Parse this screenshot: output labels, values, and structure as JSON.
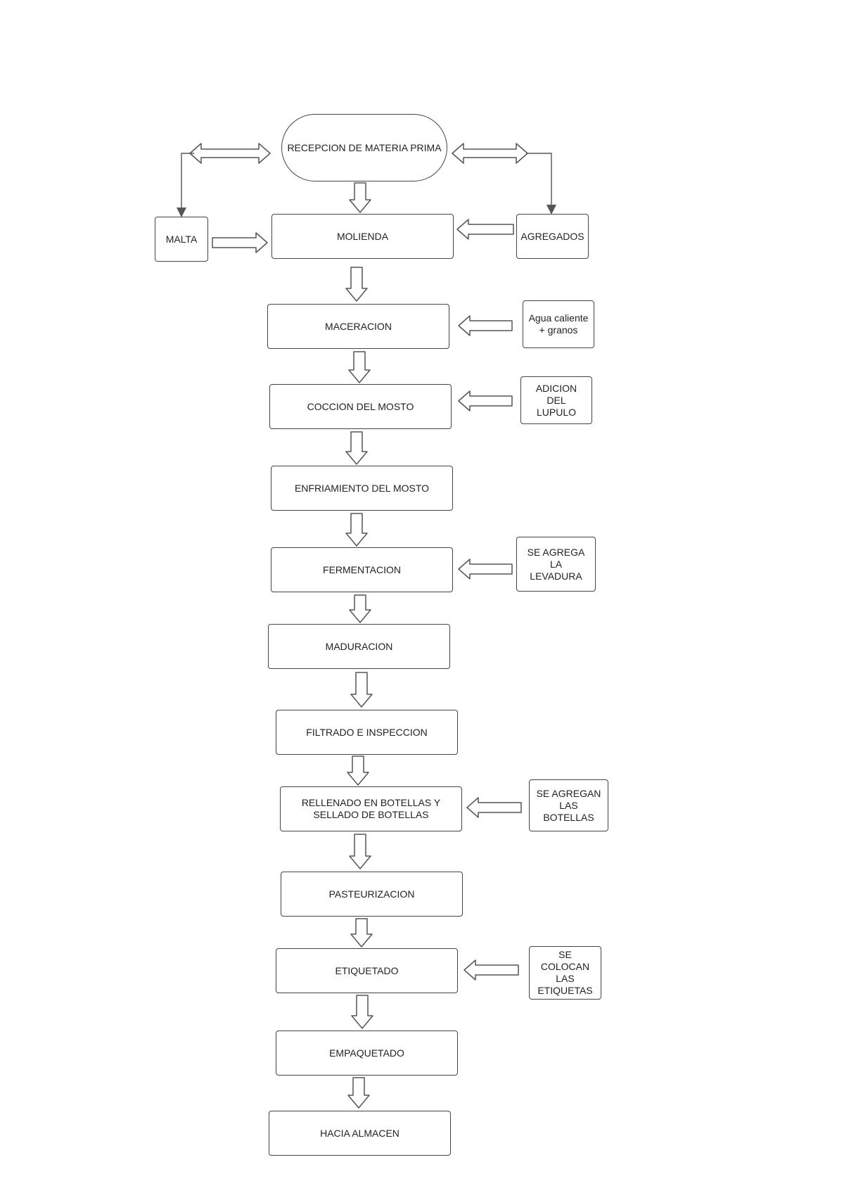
{
  "diagram": {
    "start": "RECEPCION DE MATERIA PRIMA",
    "steps": [
      "MOLIENDA",
      "MACERACION",
      "COCCION DEL MOSTO",
      "ENFRIAMIENTO DEL MOSTO",
      "FERMENTACION",
      "MADURACION",
      "FILTRADO E INSPECCION",
      "RELLENADO EN BOTELLAS Y\nSELLADO DE BOTELLAS",
      "PASTEURIZACION",
      "ETIQUETADO",
      "EMPAQUETADO",
      "HACIA ALMACEN"
    ],
    "inputs": {
      "malta": "MALTA",
      "agregados": "AGREGADOS",
      "agua": "Agua caliente\n+ granos",
      "lupulo": "ADICION DEL\nLUPULO",
      "levadura": "SE AGREGA LA\nLEVADURA",
      "botellas": "SE AGREGAN\nLAS BOTELLAS",
      "etiquetas": "SE COLOCAN\nLAS\nETIQUETAS"
    }
  }
}
